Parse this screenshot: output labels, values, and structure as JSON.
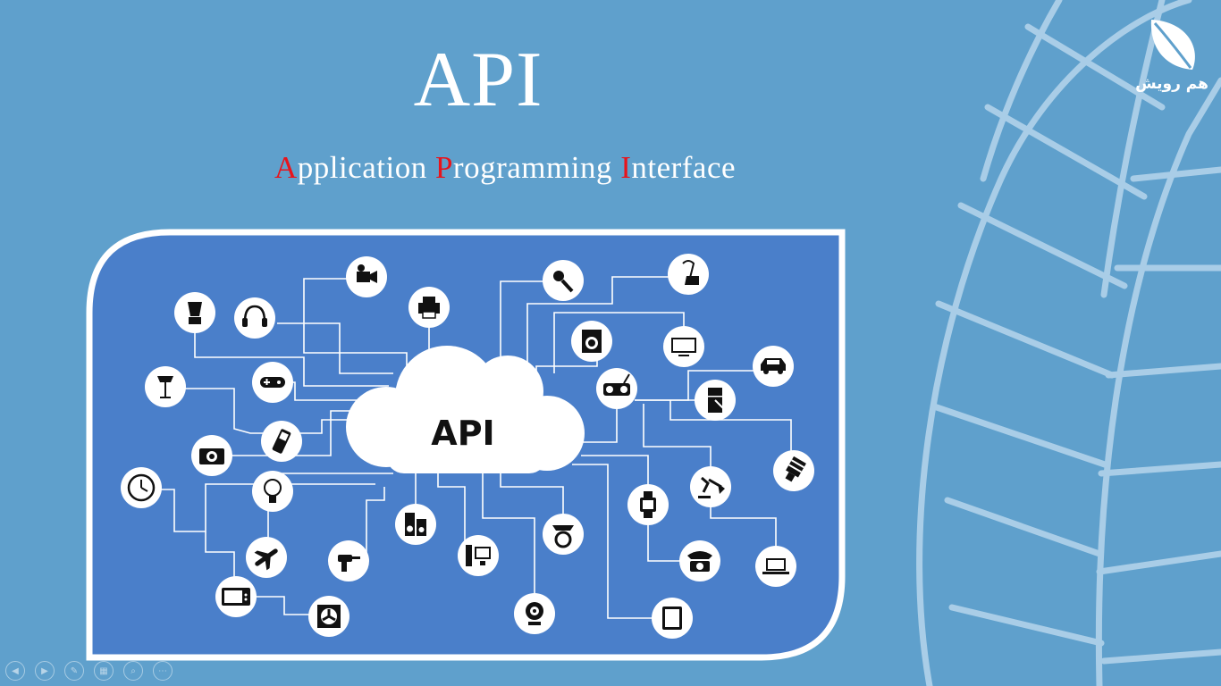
{
  "slide": {
    "title": "API",
    "subtitle": {
      "word1_first": "A",
      "word1_rest": "pplication",
      "word2_first": "P",
      "word2_rest": "rogramming",
      "word3_first": "I",
      "word3_rest": "nterface"
    },
    "logo_text": "هم رویش",
    "diagram_center_label": "API"
  },
  "colors": {
    "background": "#5fa0cc",
    "panel": "#4a7fca",
    "highlight_letters": "#e8141c",
    "leaf_lines": "#b7d6ec"
  },
  "device_icons": [
    "video-camera-icon",
    "printer-icon",
    "microphone-icon",
    "vacuum-cleaner-icon",
    "blender-icon",
    "headphones-icon",
    "washing-machine-icon",
    "tv-icon",
    "car-icon",
    "floor-lamp-icon",
    "gamepad-icon",
    "radio-icon",
    "refrigerator-icon",
    "camera-icon",
    "mobile-phone-icon",
    "light-bulb-icon",
    "clock-icon",
    "speaker-icon",
    "desk-lamp-icon",
    "wristwatch-icon",
    "weighing-scale-icon",
    "airplane-icon",
    "drill-icon",
    "desktop-computer-icon",
    "telephone-icon",
    "laptop-icon",
    "microwave-icon",
    "fan-icon",
    "webcam-icon",
    "tablet-icon",
    "cfl-bulb-icon"
  ],
  "slideshow_controls": [
    "previous-icon",
    "next-icon",
    "pen-icon",
    "slides-icon",
    "zoom-icon",
    "more-icon"
  ]
}
